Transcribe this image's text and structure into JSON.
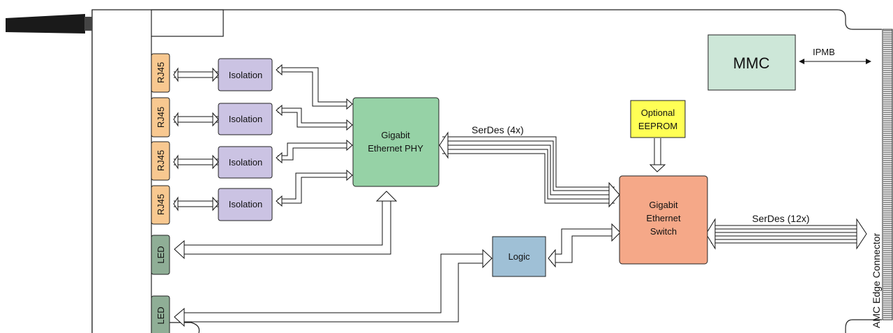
{
  "colors": {
    "rj45": "#f8c890",
    "isolation": "#cbc3e3",
    "phy": "#96d2a6",
    "switch": "#f5a888",
    "led": "#8fae96",
    "logic": "#9fc0d6",
    "eeprom": "#ffff55",
    "mmc": "#cde7d8",
    "connector_handle": "#1a1a1a"
  },
  "rj45_ports": [
    {
      "label": "RJ45"
    },
    {
      "label": "RJ45"
    },
    {
      "label": "RJ45"
    },
    {
      "label": "RJ45"
    }
  ],
  "isolation_blocks": [
    {
      "label": "Isolation"
    },
    {
      "label": "Isolation"
    },
    {
      "label": "Isolation"
    },
    {
      "label": "Isolation"
    }
  ],
  "leds": [
    {
      "label": "LED"
    },
    {
      "label": "LED"
    }
  ],
  "phy": {
    "line1": "Gigabit",
    "line2": "Ethernet PHY"
  },
  "switch": {
    "line1": "Gigabit",
    "line2": "Ethernet",
    "line3": "Switch"
  },
  "logic": {
    "label": "Logic"
  },
  "eeprom": {
    "line1": "Optional",
    "line2": "EEPROM"
  },
  "mmc": {
    "label": "MMC"
  },
  "links": {
    "serdes_4x": "SerDes (4x)",
    "serdes_12x": "SerDes (12x)",
    "ipmb": "IPMB"
  },
  "edge_connector": {
    "label": "AMC Edge Connector"
  }
}
